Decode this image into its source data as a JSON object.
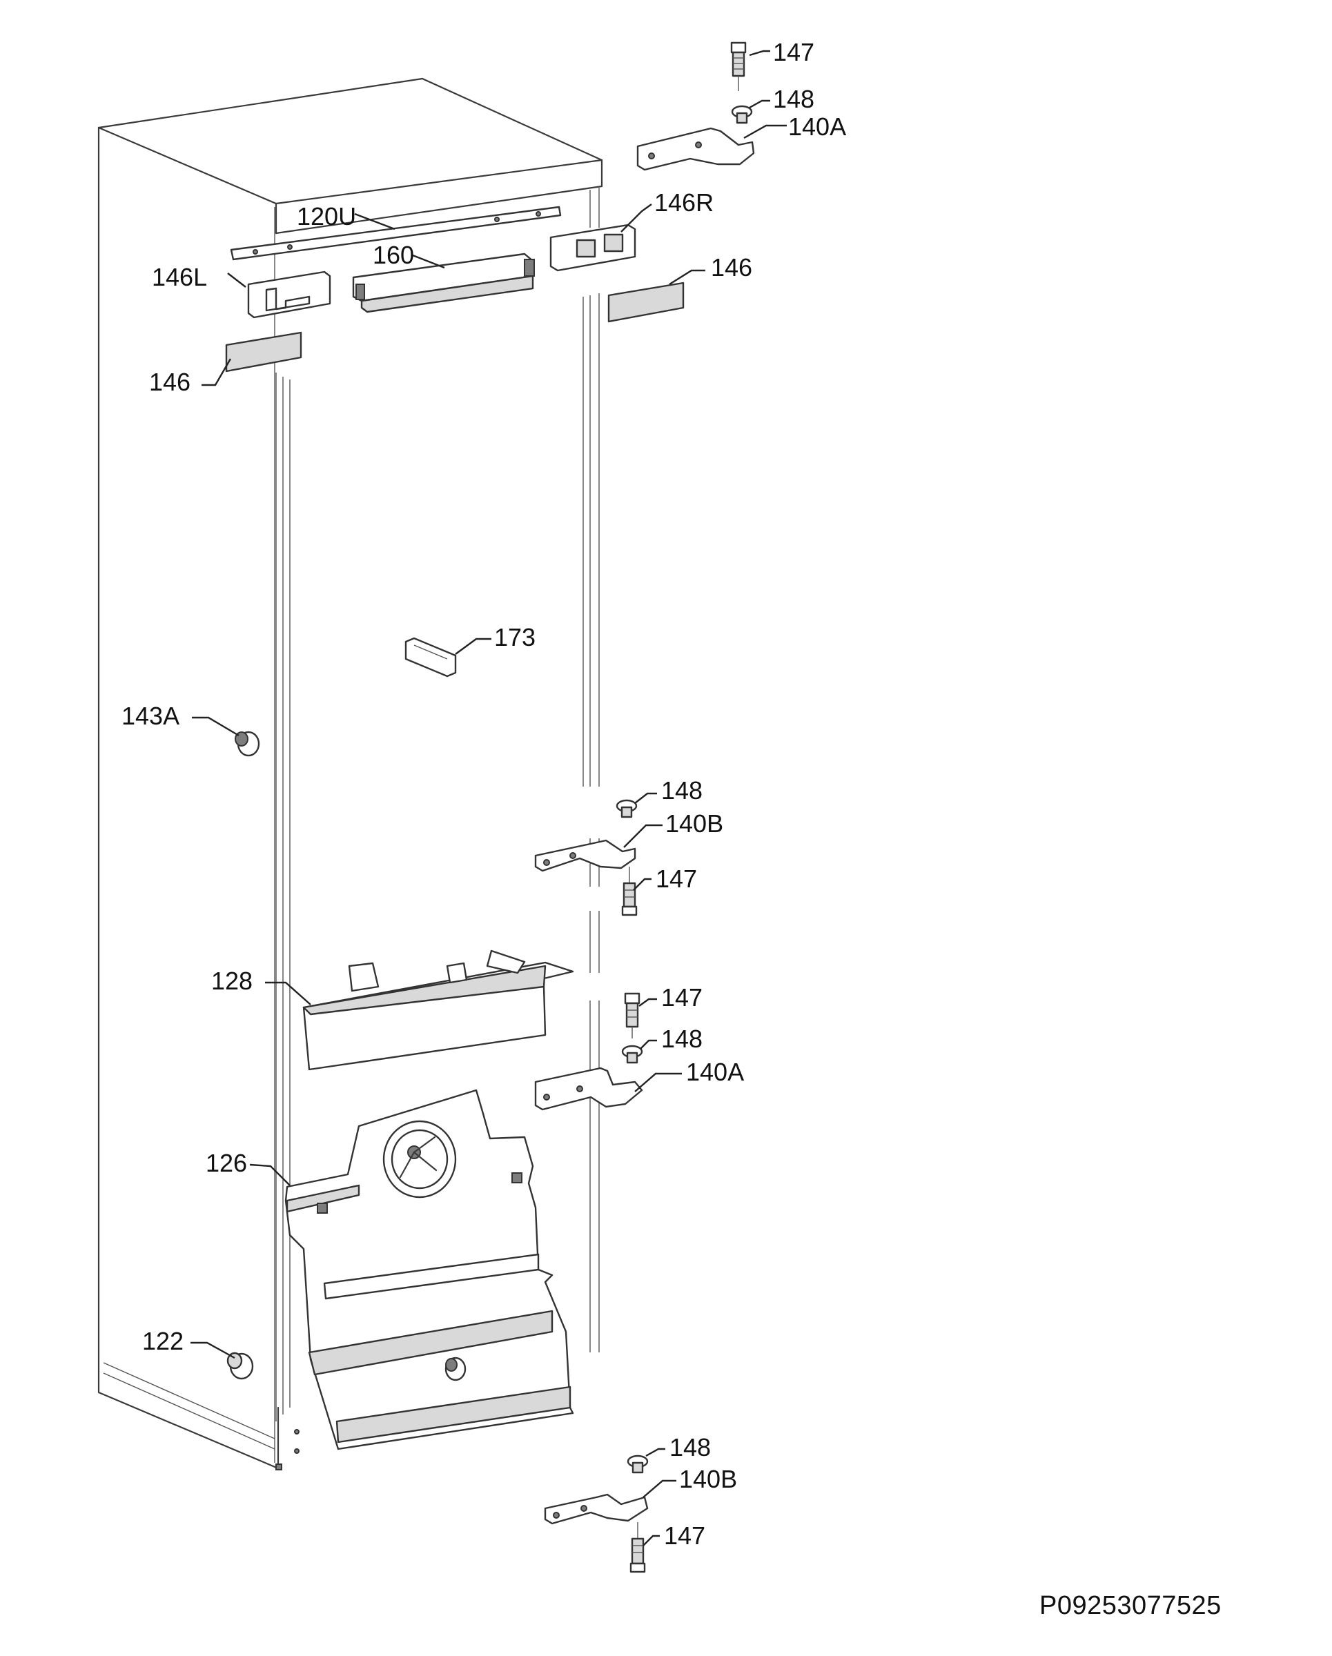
{
  "diagram_code": "P09253077525",
  "labels": {
    "l147_top": "147",
    "l148_top": "148",
    "l140a_top": "140A",
    "l146r": "146R",
    "l120u": "120U",
    "l160": "160",
    "l146l": "146L",
    "l146_right": "146",
    "l146_left": "146",
    "l173": "173",
    "l143a": "143A",
    "l148_mid": "148",
    "l140b_mid": "140B",
    "l147_mid": "147",
    "l128": "128",
    "l147_low": "147",
    "l148_low": "148",
    "l140a_low": "140A",
    "l126": "126",
    "l122": "122",
    "l148_bot": "148",
    "l140b_bot": "140B",
    "l147_bot": "147"
  }
}
